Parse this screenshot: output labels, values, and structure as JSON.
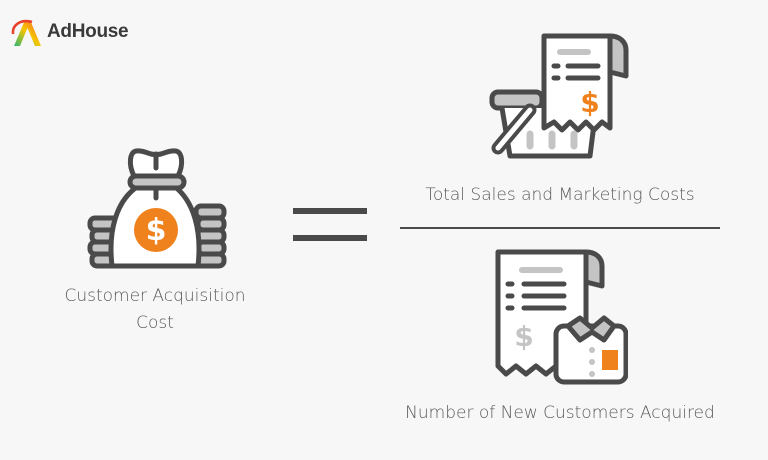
{
  "brand": {
    "name": "AdHouse"
  },
  "formula": {
    "result_label_line1": "Customer Acquisition",
    "result_label_line2": "Cost",
    "operator": "=",
    "numerator_label": "Total Sales and Marketing Costs",
    "denominator_label": "Number of New Customers Acquired"
  },
  "icons": {
    "result": "money-bag-icon",
    "numerator": "receipt-basket-icon",
    "denominator": "receipt-shirt-icon"
  },
  "colors": {
    "background": "#f7f7f7",
    "outline": "#4a4a4a",
    "accent": "#f0821e",
    "fill_gray": "#c4c4c4",
    "text": "#5a5a5a"
  }
}
